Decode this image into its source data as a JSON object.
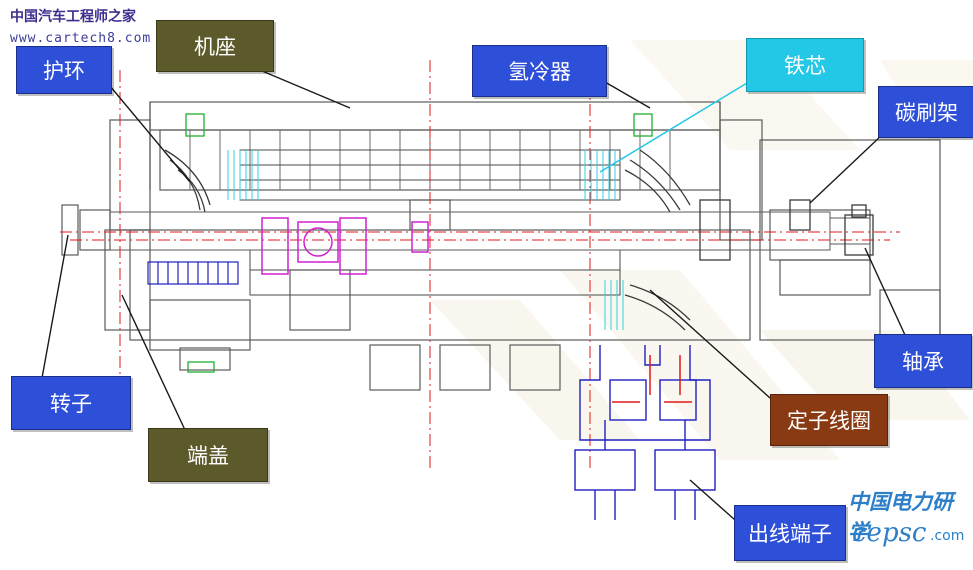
{
  "watermark": {
    "site_name": "中国汽车工程师之家",
    "site_url": "www.cartech8.com",
    "brand_cn": "中国电力研学",
    "brand_logo": "cepsc",
    "brand_suffix": ".com"
  },
  "labels": {
    "jizuo": "机座",
    "huhuan": "护环",
    "qinglengqi": "氢冷器",
    "tiexin": "铁芯",
    "tanshuajia": "碳刷架",
    "zhouceng": "轴承",
    "zhuanzi": "转子",
    "duangai": "端盖",
    "dingzixianquan": "定子线圈",
    "chuxianduanzi": "出线端子"
  },
  "colors": {
    "label_blue": "#2e4fd8",
    "label_olive": "#5c5a2b",
    "label_brown": "#8a3a12",
    "label_cyan": "#22c8e6",
    "drawing_gray": "#5a5a5a",
    "centerline_red": "#e01818",
    "cooler_cyan": "#30d0e0",
    "magenta_parts": "#d020d0",
    "terminal_blue": "#2020c0"
  }
}
